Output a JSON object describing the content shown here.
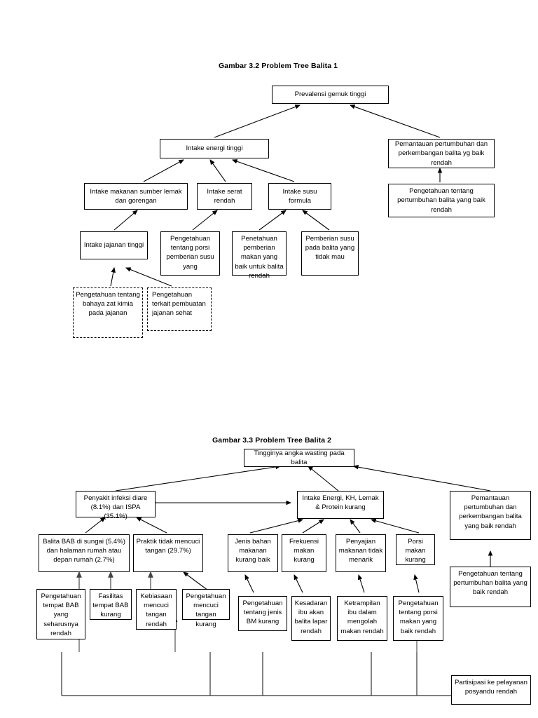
{
  "figures": [
    {
      "id": "fig32",
      "title": "Gambar 3.2 Problem Tree Balita 1",
      "nodes": [
        {
          "key": "f1_root",
          "label": "Prevalensi gemuk tinggi"
        },
        {
          "key": "f1_energi",
          "label": "Intake energi tinggi"
        },
        {
          "key": "f1_pemantauan",
          "label": "Pemantauan pertumbuhan dan perkembangan balita yg baik rendah"
        },
        {
          "key": "f1_pengetahuan_pertumbuhan",
          "label": "Pengetahuan tentang pertumbuhan balita yang baik rendah"
        },
        {
          "key": "f1_lemak",
          "label": "Intake makanan sumber lemak dan gorengan"
        },
        {
          "key": "f1_serat",
          "label": "Intake serat rendah"
        },
        {
          "key": "f1_susu",
          "label": "Intake susu formula"
        },
        {
          "key": "f1_jajanan",
          "label": "Intake jajanan tinggi"
        },
        {
          "key": "f1_porsi_susu",
          "label": "Pengetahuan tentang porsi pemberian susu yang"
        },
        {
          "key": "f1_pemberian_makan",
          "label": "Penetahuan pemberian makan yang baik untuk balita rendah"
        },
        {
          "key": "f1_susu_tidak_mau",
          "label": "Pemberian susu pada balita yang tidak mau"
        },
        {
          "key": "f1_bahaya_zat",
          "label": "Pengetahuan tentang bahaya  zat kimia pada jajanan"
        },
        {
          "key": "f1_jajanan_sehat",
          "label": "Pengetahuan terkait pembuatan jajanan sehat"
        }
      ]
    },
    {
      "id": "fig33",
      "title": "Gambar 3.3 Problem Tree Balita 2",
      "nodes": [
        {
          "key": "f2_root",
          "label": "Tingginya angka wasting pada balita"
        },
        {
          "key": "f2_infeksi",
          "label": "Penyakit infeksi diare (8.1%) dan ISPA (35.1%)"
        },
        {
          "key": "f2_intake",
          "label": "Intake Energi, KH, Lemak & Protein kurang"
        },
        {
          "key": "f2_pemantauan",
          "label": "Pemantauan pertumbuhan dan perkembangan balita yang baik rendah"
        },
        {
          "key": "f2_pengetahuan_pertumbuhan",
          "label": "Pengetahuan tentang pertumbuhan balita yang baik rendah"
        },
        {
          "key": "f2_bab_sungai",
          "label": "Balita BAB di sungai (5.4%) dan halaman rumah atau depan rumah (2.7%)"
        },
        {
          "key": "f2_cuci_tangan",
          "label": "Praktik tidak mencuci tangan (29.7%)"
        },
        {
          "key": "f2_jenis_bahan",
          "label": "Jenis bahan makanan kurang baik"
        },
        {
          "key": "f2_frekuensi",
          "label": "Frekuensi makan kurang"
        },
        {
          "key": "f2_penyajian",
          "label": "Penyajian makanan tidak menarik"
        },
        {
          "key": "f2_porsi",
          "label": "Porsi makan kurang"
        },
        {
          "key": "f2_tempat_bab",
          "label": "Pengetahuan tempat BAB yang seharusnya rendah"
        },
        {
          "key": "f2_fasilitas",
          "label": "Fasilitas tempat BAB kurang"
        },
        {
          "key": "f2_kebiasaan",
          "label": "Kebiasaan mencuci tangan rendah"
        },
        {
          "key": "f2_peng_cuci",
          "label": "Pengetahuan mencuci tangan kurang"
        },
        {
          "key": "f2_jenis_bm",
          "label": "Pengetahuan tentang jenis BM kurang"
        },
        {
          "key": "f2_kesadaran",
          "label": "Kesadaran ibu akan balita lapar rendah"
        },
        {
          "key": "f2_ketrampilan",
          "label": "Ketrampilan ibu dalam mengolah makan rendah"
        },
        {
          "key": "f2_porsi_baik",
          "label": "Pengetahuan tentang porsi makan yang baik rendah"
        },
        {
          "key": "f2_posyandu",
          "label": "Partisipasi ke pelayanan posyandu rendah"
        }
      ]
    }
  ],
  "colors": {
    "stroke": "#000000",
    "background": "#ffffff",
    "connector": "#555555"
  }
}
